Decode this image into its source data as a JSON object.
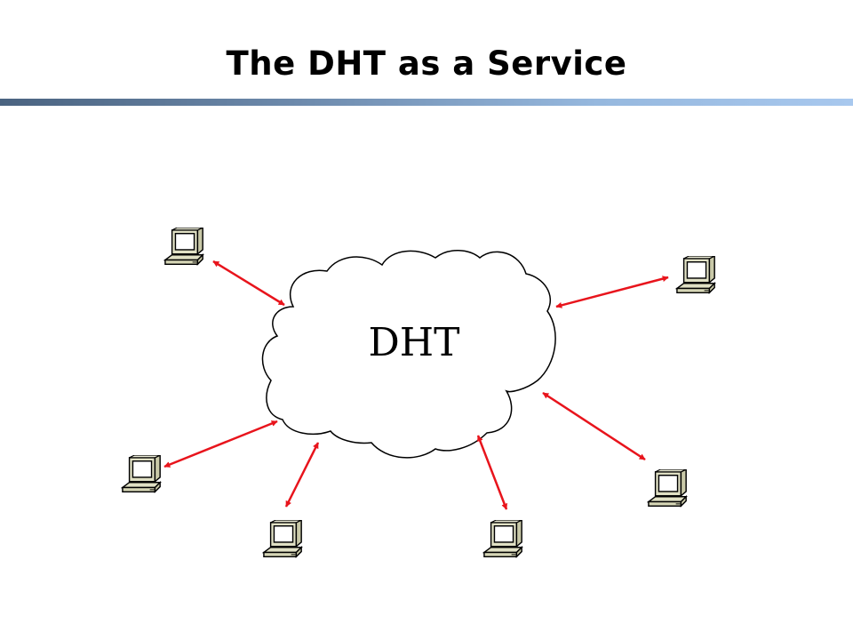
{
  "slide": {
    "title": "The DHT as a Service"
  },
  "diagram": {
    "center": {
      "label": "DHT",
      "shape": "cloud"
    },
    "clients": [
      {
        "id": "top-left",
        "icon": "computer-icon"
      },
      {
        "id": "top-right",
        "icon": "computer-icon"
      },
      {
        "id": "middle-left",
        "icon": "computer-icon"
      },
      {
        "id": "bottom-left",
        "icon": "computer-icon"
      },
      {
        "id": "bottom-center",
        "icon": "computer-icon"
      },
      {
        "id": "right",
        "icon": "computer-icon"
      }
    ],
    "links": [
      {
        "from": "top-left",
        "to": "DHT",
        "direction": "bidirectional"
      },
      {
        "from": "top-right",
        "to": "DHT",
        "direction": "bidirectional"
      },
      {
        "from": "middle-left",
        "to": "DHT",
        "direction": "bidirectional"
      },
      {
        "from": "bottom-left",
        "to": "DHT",
        "direction": "bidirectional"
      },
      {
        "from": "bottom-center",
        "to": "DHT",
        "direction": "bidirectional"
      },
      {
        "from": "right",
        "to": "DHT",
        "direction": "bidirectional"
      }
    ],
    "colors": {
      "arrow": "#e8141c",
      "computer_body": "#e0e0c4",
      "computer_screen": "#ffffff",
      "outline": "#000000"
    }
  }
}
